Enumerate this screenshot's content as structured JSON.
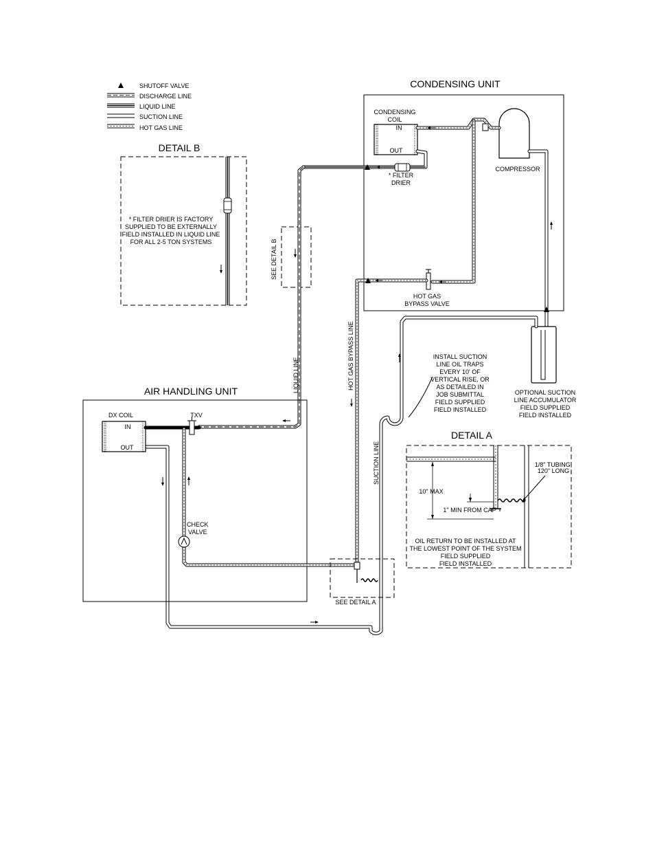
{
  "legend": {
    "shutoff_valve": "SHUTOFF VALVE",
    "discharge_line": "DISCHARGE LINE",
    "liquid_line": "LIQUID LINE",
    "suction_line": "SUCTION LINE",
    "hot_gas_line": "HOT GAS LINE"
  },
  "detail_b": {
    "title": "DETAIL B",
    "note_1": "* FILTER DRIER IS FACTORY",
    "note_2": "SUPPLIED TO BE EXTERNALLY",
    "note_3": "FIELD INSTALLED IN LIQUID LINE",
    "note_4": "FOR ALL 2-5 TON SYSTEMS"
  },
  "condensing_unit": {
    "title": "CONDENSING UNIT",
    "coil_1": "CONDENSING",
    "coil_2": "COIL",
    "coil_in": "IN",
    "coil_out": "OUT",
    "compressor": "COMPRESSOR",
    "filter_1": "* FILTER",
    "filter_2": "DRIER",
    "hot_gas_1": "HOT GAS",
    "hot_gas_2": "BYPASS VALVE"
  },
  "see_detail_b": "SEE DETAIL B",
  "liquid_line_label": "LIQUID LINE",
  "hot_gas_bypass_label": "HOT GAS BYPASS LINE",
  "suction_line_label": "SUCTION LINE",
  "oil_trap_note": {
    "l1": "INSTALL SUCTION",
    "l2": "LINE OIL TRAPS",
    "l3": "EVERY 10' OF",
    "l4": "VERTICAL RISE, OR",
    "l5": "AS DETAILED IN",
    "l6": "JOB SUBMITTAL",
    "l7": "FIELD SUPPLIED",
    "l8": "FIELD INSTALLED"
  },
  "accumulator_note": {
    "l1": "OPTIONAL SUCTION",
    "l2": "LINE ACCUMULATOR",
    "l3": "FIELD SUPPLIED",
    "l4": "FIELD INSTALLED"
  },
  "air_handling_unit": {
    "title": "AIR HANDLING UNIT",
    "dx_coil": "DX COIL",
    "coil_in": "IN",
    "coil_out": "OUT",
    "txv": "TXV",
    "check_1": "CHECK",
    "check_2": "VALVE"
  },
  "detail_a": {
    "title": "DETAIL A",
    "tubing_1": "1/8\" TUBING,",
    "tubing_2": "120\" LONG",
    "max": "10\" MAX",
    "min": "1\" MIN FROM CAP",
    "oil_1": "OIL RETURN TO BE INSTALLED AT",
    "oil_2": "THE LOWEST POINT OF THE SYSTEM",
    "oil_3": "FIELD SUPPLIED",
    "oil_4": "FIELD INSTALLED"
  },
  "see_detail_a": "SEE DETAIL A"
}
